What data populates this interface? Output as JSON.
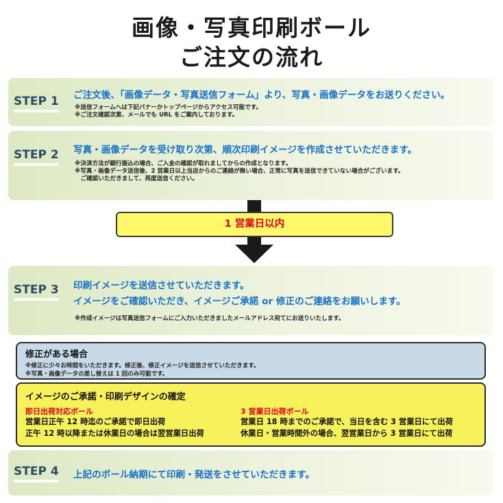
{
  "title": {
    "line1": "画像・写真印刷ボール",
    "line2": "ご注文の流れ"
  },
  "steps": [
    {
      "label": "STEP 1",
      "heading": "ご注文後、「画像データ・写真送信フォーム」より、写真・画像データをお送りください。",
      "notes": [
        "※送信フォームへは下記バナーかトップページからアクセス可能です。",
        "※ご注文確認次第、メールでも URL をご案内しております。"
      ]
    },
    {
      "label": "STEP 2",
      "heading": "写真・画像データを受け取り次第、順次印刷イメージを作成させていただきます。",
      "notes": [
        "※決済方法が銀行振込の場合、ご入金の確認が取れましてからの作成となります。",
        "※写真・画像データ送信後、2 営業日以上当店からのご連絡が無い場合、正常に写真を送信できていない場合がございます。",
        "　ご確認いただきまして、再度送信ください。"
      ]
    },
    {
      "label": "STEP 3",
      "heading_lines": [
        "印刷イメージを送信させていただきます。",
        "イメージをご確認いただき、イメージご承諾 or 修正のご連絡をお願いします。"
      ],
      "notes": [
        "※作成イメージは写真送信フォームにご入力いただきましたメールアドレス宛てにお送りいたします。"
      ]
    },
    {
      "label": "STEP 4",
      "heading": "上記のボール納期にて印刷・発送をさせていただきます。"
    }
  ],
  "turnaround": "1 営業日以内",
  "revision": {
    "title": "修正がある場合",
    "notes": [
      "※修正に少々お時間をいただきます。修正後、修正イメージを送信させていただきます。",
      "※写真・画像データの差し替えは 1 回のみ可能です。"
    ]
  },
  "confirmation": {
    "title": "イメージのご承諾・印刷デザインの確定",
    "same_day": {
      "title": "即日出荷対応ボール",
      "lines": [
        "営業日正午 12 時迄のご承諾で即日出荷",
        "正午 12 時以降または休業日の場合は翌営業日出荷"
      ]
    },
    "three_day": {
      "title": "3 営業日出荷ボール",
      "lines": [
        "営業日 18 時までのご承諾で、当日を含む 3 営業日にて出荷",
        "休業日・営業時間外の場合、翌営業日から 3 営業日にて出荷"
      ]
    }
  },
  "colors": {
    "step_heading": "#1670c8",
    "step_panel": "#dde9c4",
    "highlight_yellow": "#fff86b",
    "alert_red": "#e0001a",
    "revision_blue": "#c8dae8"
  }
}
